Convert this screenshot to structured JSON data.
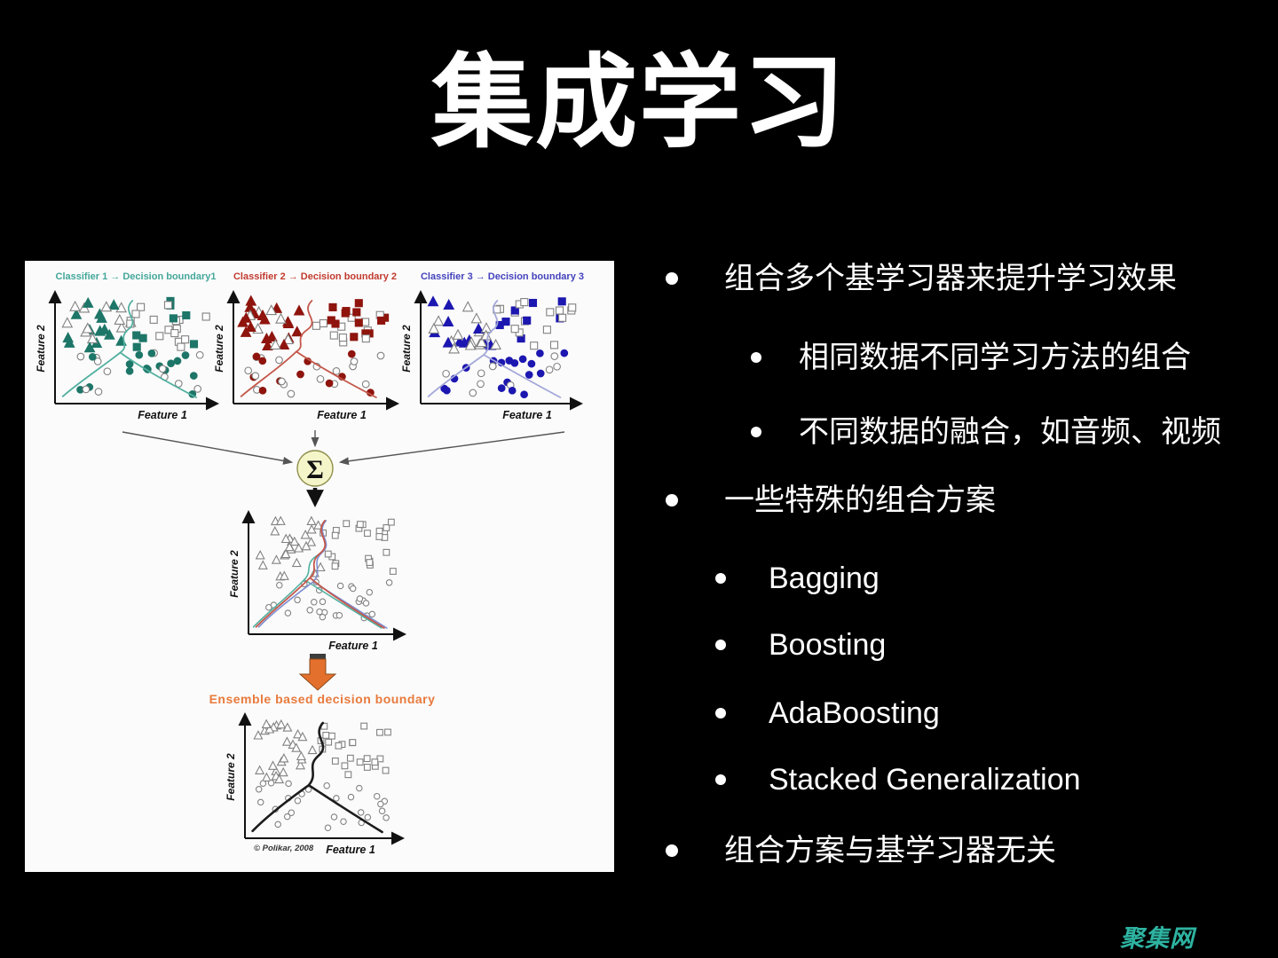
{
  "slide": {
    "title": "集成学习",
    "watermark": "聚集网",
    "watermark_color": "#2eb3a1"
  },
  "bullets": [
    {
      "level": 1,
      "text": "组合多个基学习器来提升学习效果"
    },
    {
      "level": 3,
      "text": "相同数据不同学习方法的组合"
    },
    {
      "level": 3,
      "text": "不同数据的融合，如音频、视频"
    },
    {
      "level": 1,
      "text": "一些特殊的组合方案"
    },
    {
      "level": 2,
      "text": "Bagging"
    },
    {
      "level": 2,
      "text": "Boosting"
    },
    {
      "level": 2,
      "text": "AdaBoosting"
    },
    {
      "level": 2,
      "text": "Stacked Generalization"
    },
    {
      "level": 1,
      "text": "组合方案与基学习器无关"
    }
  ],
  "diagram": {
    "background": "#fbfbfb",
    "axis_x_label": "Feature 1",
    "axis_y_label": "Feature 2",
    "classifiers": [
      {
        "title": "Classifier 1 → Decision boundary1",
        "title_color": "#44a79a",
        "marker_color": "#1d7668",
        "boundary_color": "#52b0a0"
      },
      {
        "title": "Classifier 2 → Decision boundary 2",
        "title_color": "#c23a2e",
        "marker_color": "#8e140d",
        "boundary_color": "#c4574a"
      },
      {
        "title": "Classifier 3 → Decision boundary 3",
        "title_color": "#4442bd",
        "marker_color": "#1c17b0",
        "boundary_color": "#a3a8d8"
      }
    ],
    "combiner_symbol": "Σ",
    "combined_boundary_colors": [
      "#52b0a0",
      "#7f8fd0",
      "#c4574a"
    ],
    "ensemble_arrow_color": "#e4702d",
    "ensemble_label": "Ensemble based decision boundary",
    "ensemble_label_color": "#e87a3c",
    "final_boundary_color": "#1c1c1c",
    "attribution": "© Polikar, 2008"
  }
}
